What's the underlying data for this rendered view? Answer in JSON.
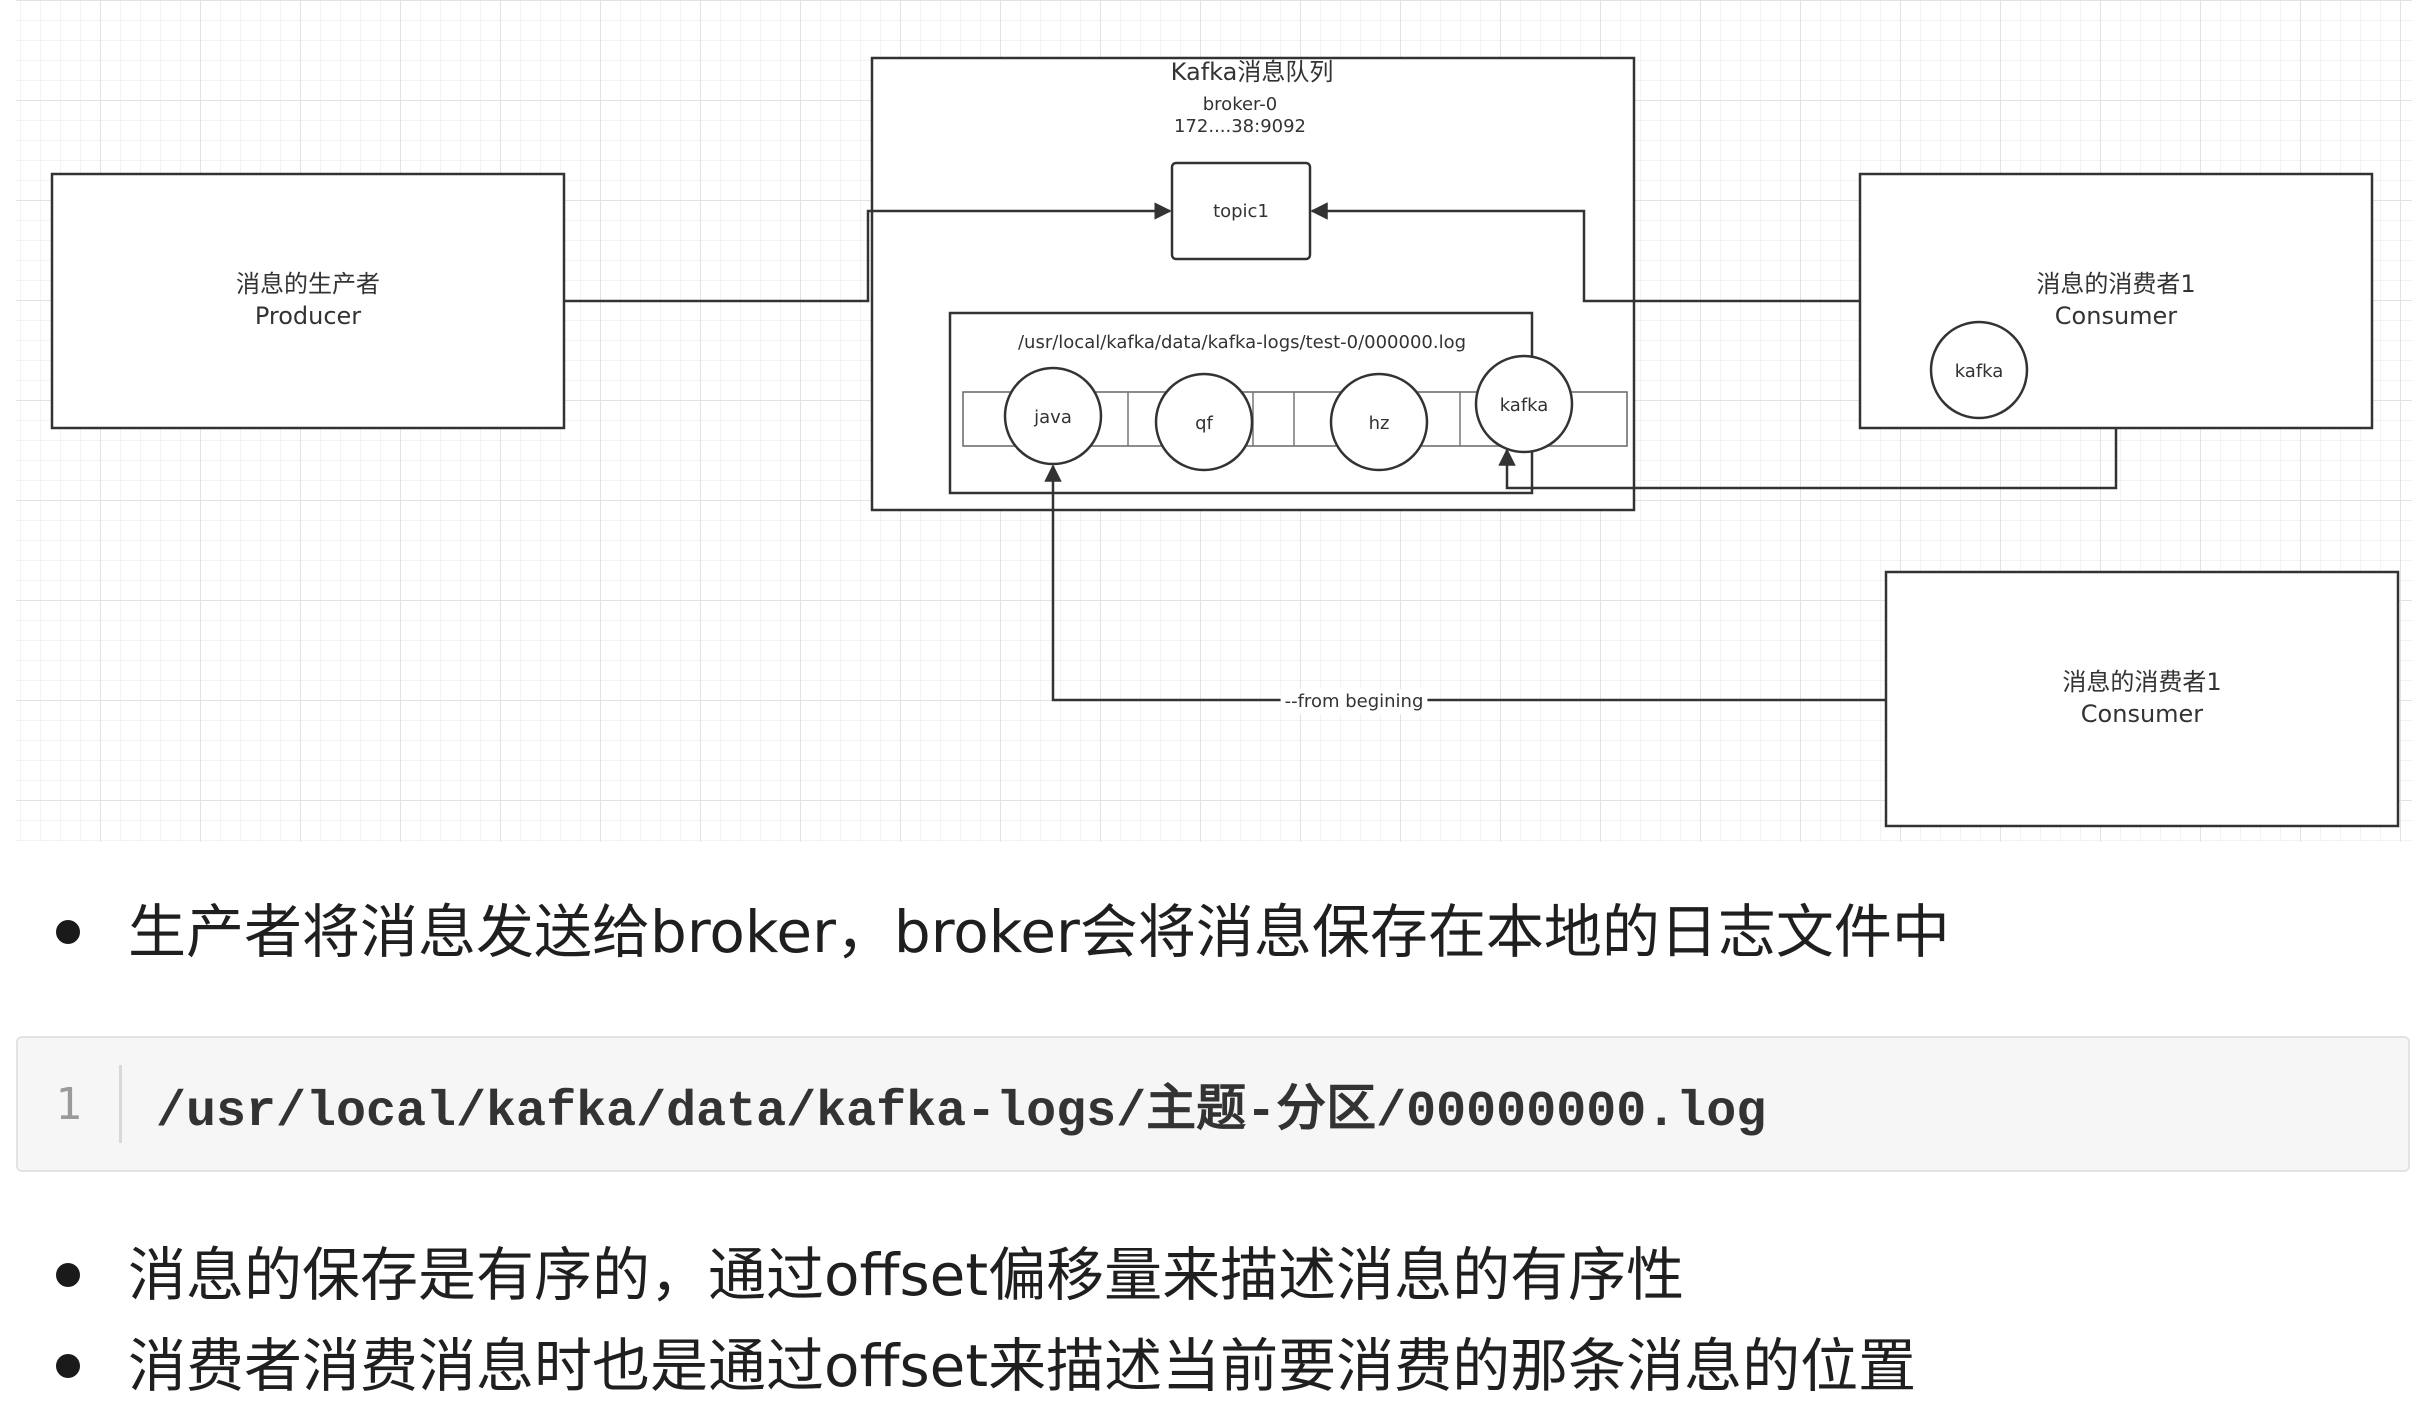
{
  "diagram": {
    "producer": {
      "line1": "消息的生产者",
      "line2": "Producer"
    },
    "kafka_box": {
      "title": "Kafka消息队列",
      "broker_name": "broker-0",
      "broker_addr": "172....38:9092"
    },
    "topic": {
      "label": "topic1"
    },
    "log_box": {
      "path": "/usr/local/kafka/data/kafka-logs/test-0/000000.log"
    },
    "messages": [
      {
        "label": "java"
      },
      {
        "label": "qf"
      },
      {
        "label": "hz"
      },
      {
        "label": "kafka"
      }
    ],
    "consumer1": {
      "line1": "消息的消费者1",
      "line2": "Consumer",
      "badge": "kafka"
    },
    "consumer2": {
      "line1": "消息的消费者1",
      "line2": "Consumer"
    },
    "edge_label": "--from begining"
  },
  "content": {
    "bullet1": "生产者将消息发送给broker，broker会将消息保存在本地的日志文件中",
    "code": {
      "line_number": "1",
      "text": "/usr/local/kafka/data/kafka-logs/主题-分区/00000000.log"
    },
    "bullet2": "消息的保存是有序的，通过offset偏移量来描述消息的有序性",
    "bullet3": "消费者消费消息时也是通过offset来描述当前要消费的那条消息的位置"
  },
  "colors": {
    "line": "#333333",
    "grid": "#ebebeb",
    "code_bg": "#f6f6f6"
  }
}
